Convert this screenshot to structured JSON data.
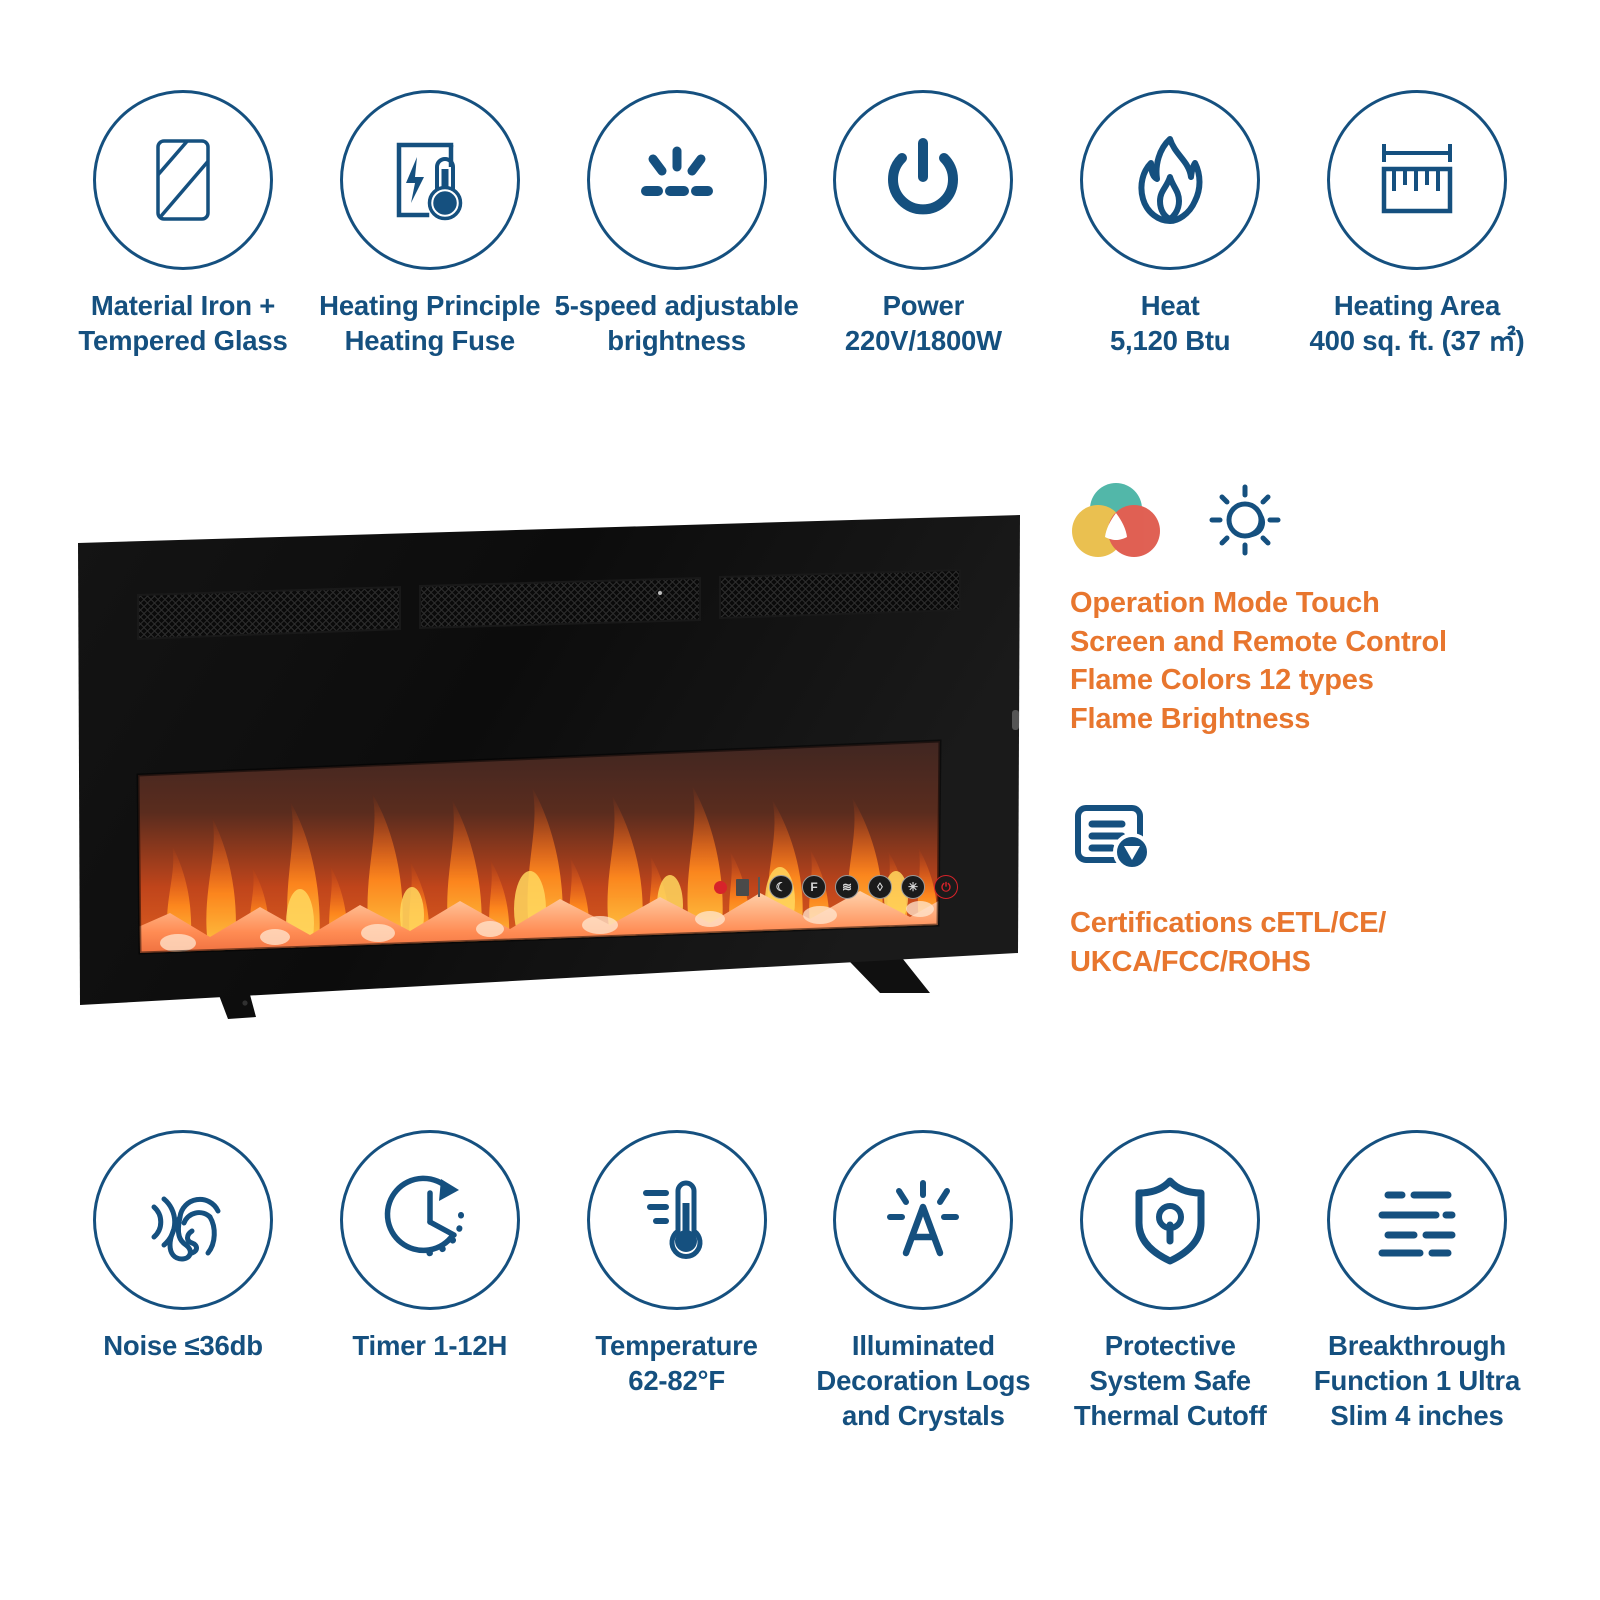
{
  "colors": {
    "brand_blue": "#15507f",
    "accent_orange": "#e8762e",
    "venn_teal": "#3bae9e",
    "venn_gold": "#e8b838",
    "venn_red": "#dc4b3c",
    "indicator_red": "#d7232a",
    "product_black": "#0d0d0d"
  },
  "top_features": [
    {
      "icon": "tempered-glass-panel-icon",
      "label": "Material Iron +\nTempered Glass"
    },
    {
      "icon": "heating-fuse-thermometer-icon",
      "label": "Heating Principle\nHeating Fuse"
    },
    {
      "icon": "brightness-levels-icon",
      "label": "5-speed adjustable\nbrightness"
    },
    {
      "icon": "power-icon",
      "label": "Power\n220V/1800W"
    },
    {
      "icon": "flame-icon",
      "label": "Heat\n5,120 Btu"
    },
    {
      "icon": "ruler-measure-icon",
      "label": "Heating Area\n400 sq. ft. (37 ㎡)"
    }
  ],
  "bottom_features": [
    {
      "icon": "ear-sound-icon",
      "label": "Noise ≤36db"
    },
    {
      "icon": "clock-timer-icon",
      "label": "Timer 1-12H"
    },
    {
      "icon": "thermometer-icon",
      "label": "Temperature\n62-82°F"
    },
    {
      "icon": "illuminated-letter-a-icon",
      "label": "Illuminated\nDecoration Logs\nand Crystals"
    },
    {
      "icon": "shield-lock-icon",
      "label": "Protective\nSystem Safe\nThermal Cutoff"
    },
    {
      "icon": "slim-lines-icon",
      "label": "Breakthrough\nFunction 1 Ultra\nSlim 4 inches"
    }
  ],
  "right_info": {
    "operation": {
      "icons": [
        "color-venn-icon",
        "brightness-sun-icon"
      ],
      "text": "Operation Mode Touch\nScreen and Remote Control\nFlame Colors 12 types\nFlame Brightness"
    },
    "certifications": {
      "icons": [
        "certificate-check-icon"
      ],
      "text": "Certifications cETL/CE/\nUKCA/FCC/ROHS"
    }
  },
  "product": {
    "name": "wall-mounted-electric-fireplace",
    "controls": [
      {
        "name": "power-indicator-led",
        "glyph": ""
      },
      {
        "name": "display-screen",
        "glyph": ""
      },
      {
        "name": "divider",
        "glyph": ""
      },
      {
        "name": "timer-button",
        "glyph": "☾"
      },
      {
        "name": "fahrenheit-button",
        "glyph": "F"
      },
      {
        "name": "heater-button",
        "glyph": "≋"
      },
      {
        "name": "flame-button",
        "glyph": "◊"
      },
      {
        "name": "light-button",
        "glyph": "✳"
      },
      {
        "name": "power-button",
        "glyph": "⏻"
      }
    ]
  }
}
